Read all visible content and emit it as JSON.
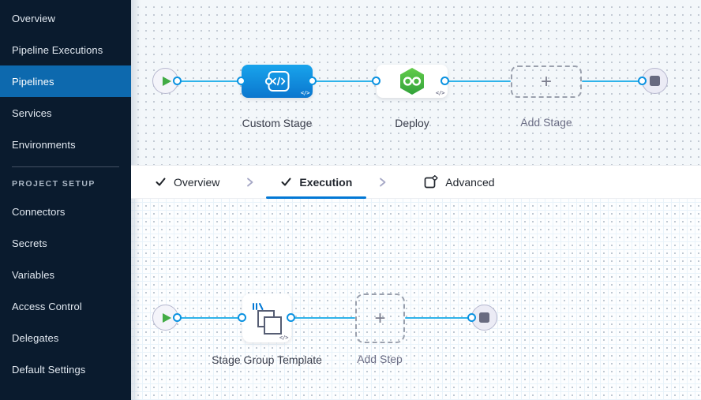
{
  "sidebar": {
    "items": [
      "Overview",
      "Pipeline Executions",
      "Pipelines",
      "Services",
      "Environments"
    ],
    "active_item": "Pipelines",
    "section_label": "PROJECT SETUP",
    "setup_items": [
      "Connectors",
      "Secrets",
      "Variables",
      "Access Control",
      "Delegates",
      "Default Settings"
    ]
  },
  "tabs": {
    "overview": "Overview",
    "execution": "Execution",
    "advanced": "Advanced",
    "active_tab": "Execution"
  },
  "stage_canvas": {
    "stage1_label": "Custom Stage",
    "stage2_label": "Deploy",
    "add_label": "Add Stage",
    "plus_glyph": "+",
    "code_badge": "</>"
  },
  "execution_canvas": {
    "step1_label": "Stage Group Template",
    "add_label": "Add Step",
    "plus_glyph": "+",
    "code_badge": "</>"
  },
  "colors": {
    "sidebar_bg": "#0a1b2e",
    "sidebar_active": "#0d69ae",
    "accent": "#0278d5",
    "edge": "#2fb3ea",
    "port_border": "#0b92e1",
    "green": "#42ab45",
    "label_dark": "#3a3e4c",
    "label_gray": "#6b6d85"
  }
}
